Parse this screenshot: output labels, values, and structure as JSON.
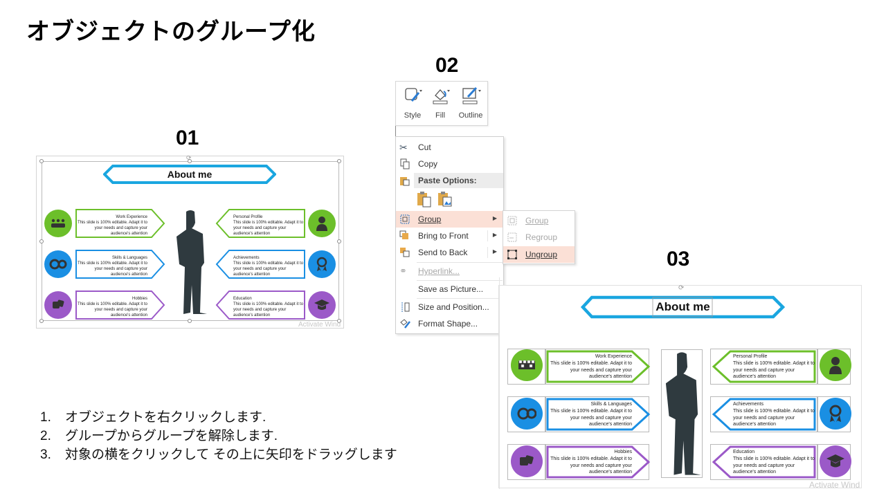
{
  "title": "オブジェクトのグループ化",
  "steps": {
    "labels": [
      "01",
      "02",
      "03"
    ]
  },
  "slide": {
    "header": "About me",
    "watermark": "Activate Wind",
    "body_text": [
      "This slide is 100% editable. Adapt it to",
      "your needs and capture your",
      "audience's attention"
    ],
    "items": [
      {
        "title": "Work Experience",
        "side": "left",
        "color": "#6cbf2a",
        "icon": "team-meeting-icon"
      },
      {
        "title": "Skills & Languages",
        "side": "left",
        "color": "#1a8fe3",
        "icon": "gears-icon"
      },
      {
        "title": "Hobbies",
        "side": "left",
        "color": "#9b59c8",
        "icon": "dice-icon"
      },
      {
        "title": "Personal Profile",
        "side": "right",
        "color": "#6cbf2a",
        "icon": "businessman-icon"
      },
      {
        "title": "Achievements",
        "side": "right",
        "color": "#1a8fe3",
        "icon": "award-ribbon-icon"
      },
      {
        "title": "Education",
        "side": "right",
        "color": "#9b59c8",
        "icon": "graduation-cap-icon"
      }
    ],
    "header_color": "#1aa6e0",
    "silhouette_color": "#2f3a3f"
  },
  "ribbon": {
    "buttons": [
      {
        "label": "Style",
        "icon": "shape-style-icon"
      },
      {
        "label": "Fill",
        "icon": "paint-bucket-icon"
      },
      {
        "label": "Outline",
        "icon": "pen-outline-icon"
      }
    ]
  },
  "context_menu": {
    "cut": "Cut",
    "copy": "Copy",
    "paste_options": "Paste Options:",
    "group": "Group",
    "bring_to_front": "Bring to Front",
    "send_to_back": "Send to Back",
    "hyperlink": "Hyperlink...",
    "save_as_picture": "Save as Picture...",
    "size_and_position": "Size and Position...",
    "format_shape": "Format Shape..."
  },
  "submenu": {
    "group": "Group",
    "regroup": "Regroup",
    "ungroup": "Ungroup"
  },
  "instructions": [
    {
      "num": "1.",
      "text": "オブジェクトを右クリックします."
    },
    {
      "num": "2.",
      "text": "グループからグループを解除します."
    },
    {
      "num": "3.",
      "text": "対象の横をクリックして その上に矢印をドラッグします"
    }
  ]
}
